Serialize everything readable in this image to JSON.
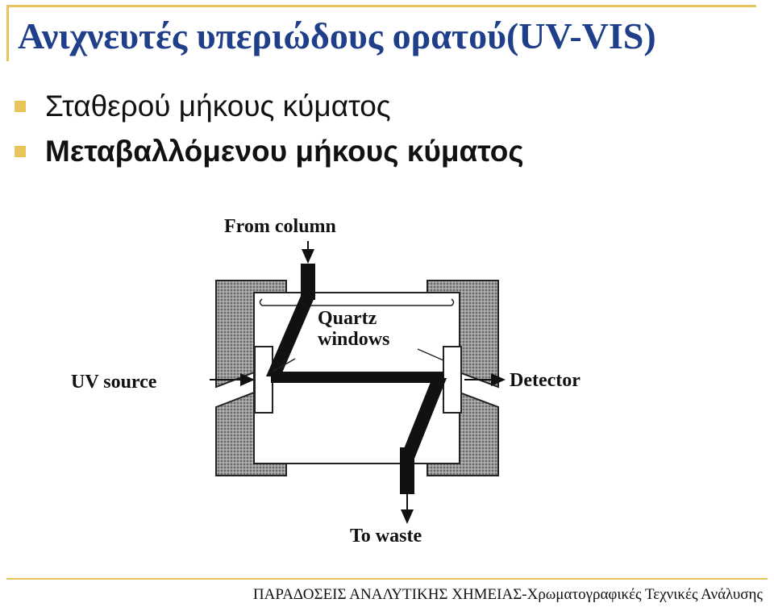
{
  "slide": {
    "title": "Ανιχνευτές υπεριώδους ορατού(UV-VIS)",
    "bullets": [
      "Σταθερού μήκους κύματος",
      "Μεταβαλλόμενου μήκους κύματος"
    ],
    "footer": "ΠΑΡΑΔΟΣΕΙΣ ΑΝΑΛΥΤΙΚΗΣ ΧΗΜΕΙΑΣ-Χρωματογραφικές Τεχνικές Ανάλυσης"
  },
  "diagram": {
    "labels": {
      "from_column": "From column",
      "quartz_line1": "Quartz",
      "quartz_line2": "windows",
      "uv_source": "UV source",
      "detector": "Detector",
      "to_waste": "To waste"
    }
  },
  "colors": {
    "accent": "#E8C45A",
    "title": "#1F3F8A"
  }
}
